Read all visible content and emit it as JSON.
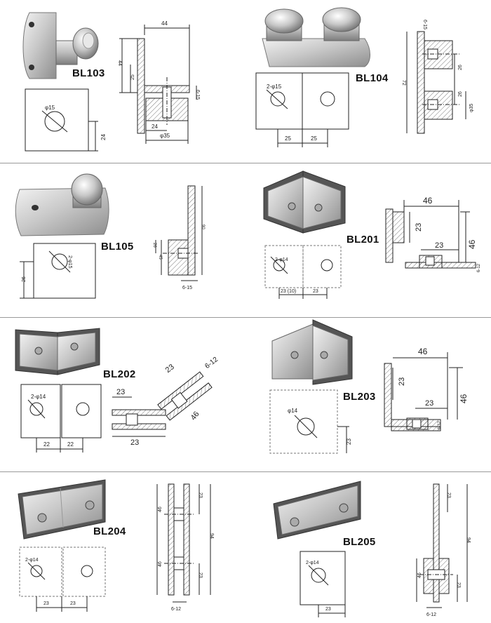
{
  "sections": [
    {
      "model": "BL103",
      "dims": [
        "44",
        "44",
        "25",
        "6-15",
        "φ15",
        "24",
        "24",
        "φ35"
      ]
    },
    {
      "model": "BL104",
      "dims": [
        "2-φ15",
        "25",
        "25",
        "6-15",
        "26",
        "26",
        "72",
        "φ35"
      ]
    },
    {
      "model": "BL105",
      "dims": [
        "2-φ15",
        "26",
        "26",
        "45",
        "90",
        "6-15"
      ]
    },
    {
      "model": "BL201",
      "dims": [
        "46",
        "23",
        "23",
        "46",
        "6-12",
        "2-φ14",
        "23 (10)",
        "23"
      ]
    },
    {
      "model": "BL202",
      "dims": [
        "2-φ14",
        "22",
        "22",
        "23",
        "23",
        "23",
        "6-12",
        "46"
      ]
    },
    {
      "model": "BL203",
      "dims": [
        "46",
        "23",
        "23",
        "46",
        "6-12",
        "φ14",
        "23"
      ]
    },
    {
      "model": "BL204",
      "dims": [
        "2-φ14",
        "23",
        "23",
        "46",
        "46",
        "23",
        "23",
        "94",
        "6-12"
      ]
    },
    {
      "model": "BL205",
      "dims": [
        "2-φ14",
        "23",
        "23",
        "46",
        "23",
        "94",
        "6-12"
      ]
    }
  ]
}
